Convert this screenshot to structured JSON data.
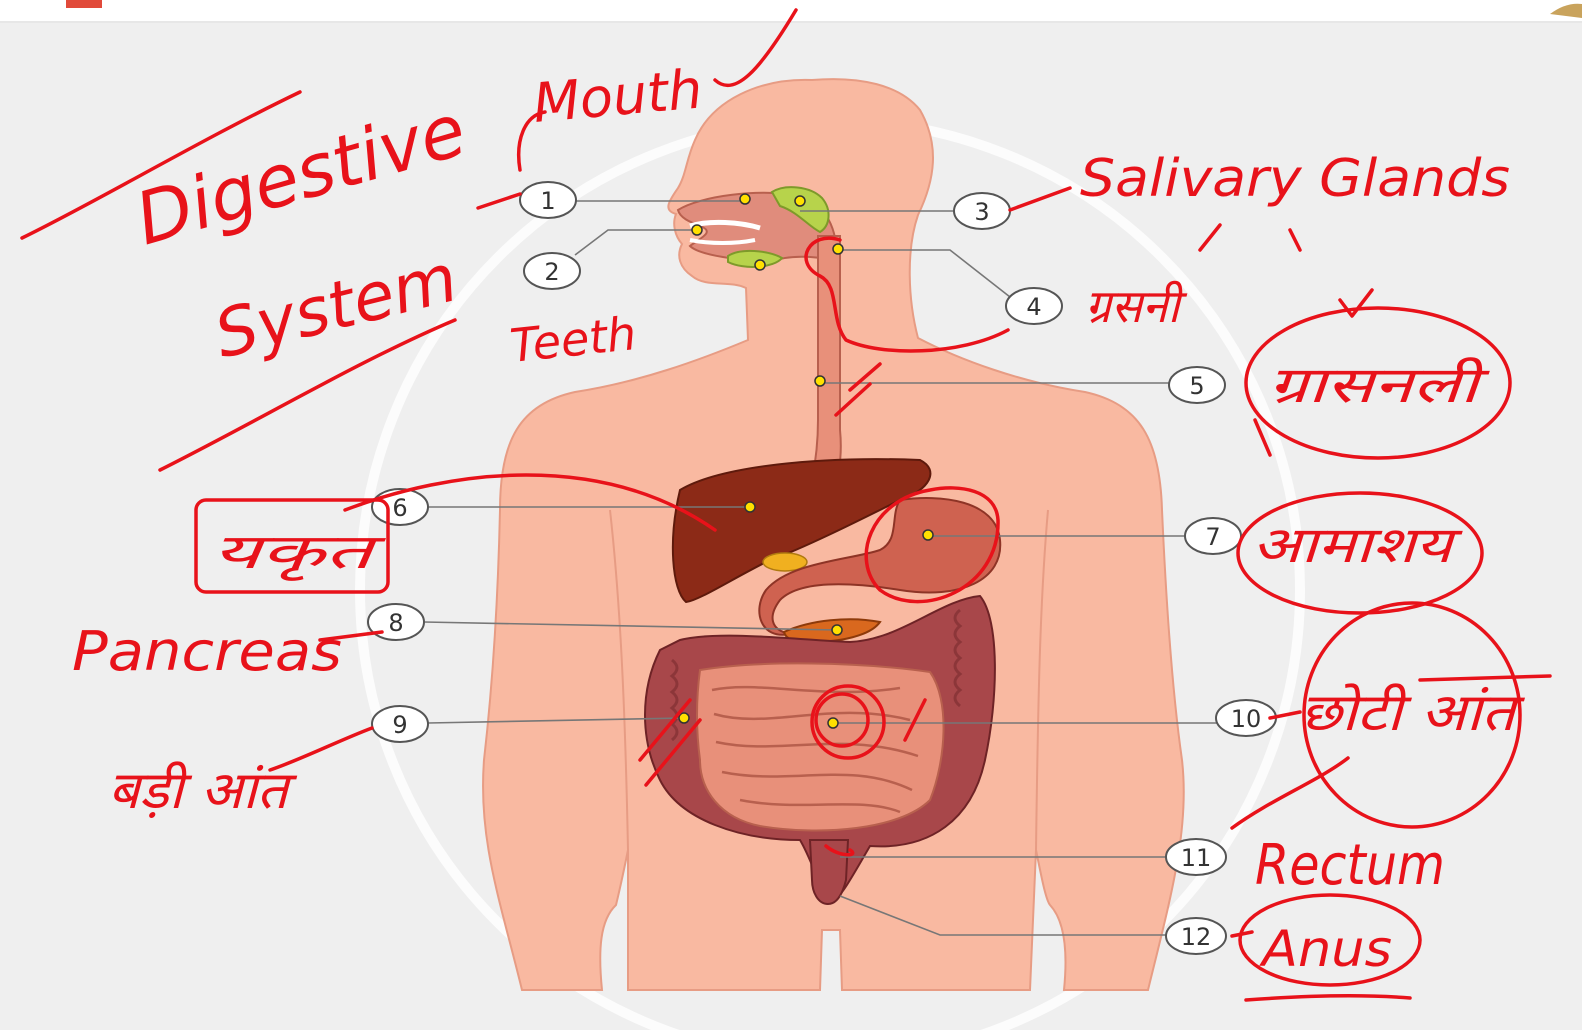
{
  "diagram": {
    "colors": {
      "background": "#efefef",
      "skin": "#f9b9a1",
      "liver": "#8c2a17",
      "stomach": "#cf6250",
      "large_intestine": "#a8474a",
      "small_intestine": "#e8907a",
      "gland": "#b7d34b",
      "pancreas": "#d9681e",
      "pointer": "#ffe000",
      "annotation": "#e8121a"
    },
    "markers": [
      {
        "num": "1"
      },
      {
        "num": "2"
      },
      {
        "num": "3"
      },
      {
        "num": "4"
      },
      {
        "num": "5"
      },
      {
        "num": "6"
      },
      {
        "num": "7"
      },
      {
        "num": "8"
      },
      {
        "num": "9"
      },
      {
        "num": "10"
      },
      {
        "num": "11"
      },
      {
        "num": "12"
      }
    ]
  },
  "annotations": {
    "title_line1": "Digestive",
    "title_line2": "System",
    "mouth": "Mouth",
    "teeth": "Teeth",
    "salivary": "Salivary Glands",
    "pharynx": "ग्रसनी",
    "esophagus": "ग्रासनली",
    "liver": "यकृत",
    "stomach": "आमाशय",
    "pancreas": "Pancreas",
    "large_intestine": "बड़ी आंत",
    "small_intestine": "छोटी आंत",
    "rectum": "Rectum",
    "anus": "Anus"
  }
}
